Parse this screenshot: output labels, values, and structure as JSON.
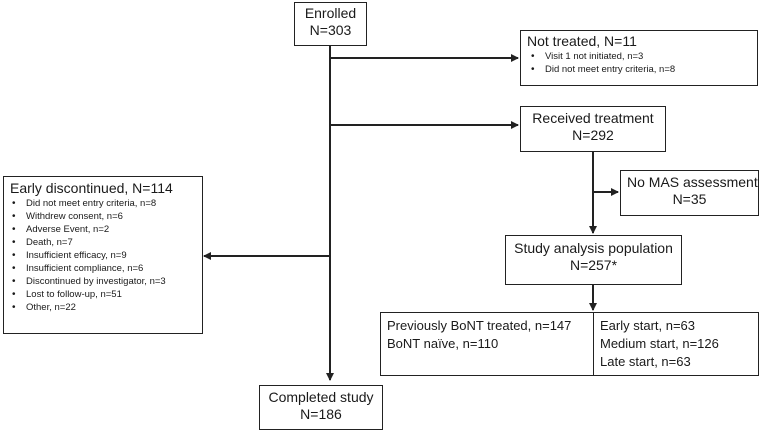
{
  "enrolled": {
    "title": "Enrolled",
    "count": "N=303"
  },
  "not_treated": {
    "title": "Not treated, N=11",
    "items": [
      "Visit 1 not initiated, n=3",
      "Did not meet entry criteria, n=8"
    ]
  },
  "received": {
    "title": "Received treatment",
    "count": "N=292"
  },
  "no_mas": {
    "title": "No MAS assessment",
    "count": "N=35"
  },
  "analysis": {
    "title": "Study analysis population",
    "count": "N=257*"
  },
  "early_discontinued": {
    "title": "Early discontinued, N=114",
    "items": [
      "Did not meet entry criteria, n=8",
      "Withdrew consent, n=6",
      "Adverse Event, n=2",
      "Death, n=7",
      "Insufficient efficacy, n=9",
      "Insufficient compliance, n=6",
      "Discontinued by investigator, n=3",
      "Lost to follow-up, n=51",
      "Other, n=22"
    ]
  },
  "bont": {
    "lines": [
      "Previously BoNT treated, n=147",
      "BoNT naïve, n=110"
    ]
  },
  "start": {
    "lines": [
      "Early start, n=63",
      "Medium start, n=126",
      "Late start, n=63"
    ]
  },
  "completed": {
    "title": "Completed study",
    "count": "N=186"
  }
}
